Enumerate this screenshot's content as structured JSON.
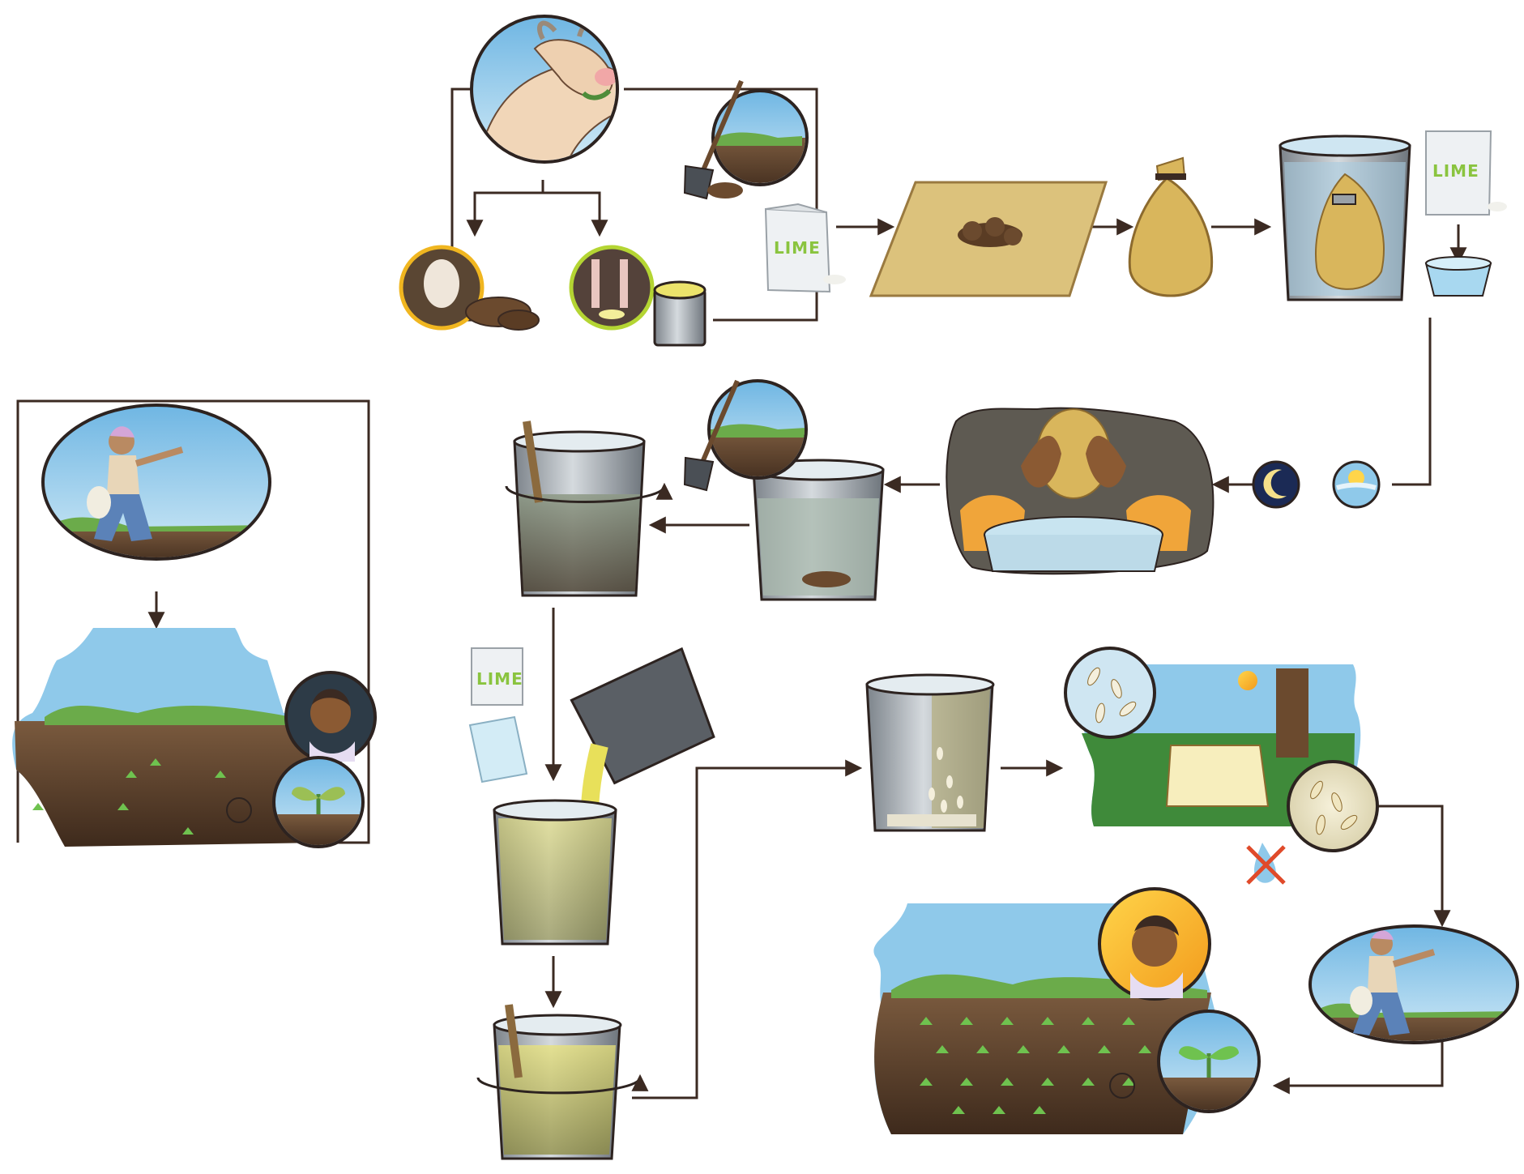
{
  "labels": {
    "lime_bag_1": "LIME",
    "lime_bag_2": "LIME",
    "lime_bag_3": "LIME"
  },
  "colors": {
    "arrow": "#3b2a22",
    "sky": "#8fc9ea",
    "soil": "#5a3f2c",
    "grass": "#6bab4a",
    "cloth": "#dcc27c",
    "bucket": "#9aa1a7",
    "urine": "#e8e05a",
    "lime_green": "#8ac43f",
    "dung": "#6b4a2e",
    "night": "#1b2a55",
    "no_water": "#e04a2a"
  },
  "icons": [
    "cow-icon",
    "shovel-icon",
    "lime-bag-icon",
    "cloth-icon",
    "cloth-bundle-icon",
    "bucket-icon",
    "moon-icon",
    "sun-icon",
    "seed-icon",
    "farmer-icon",
    "seedling-icon",
    "no-water-icon"
  ]
}
